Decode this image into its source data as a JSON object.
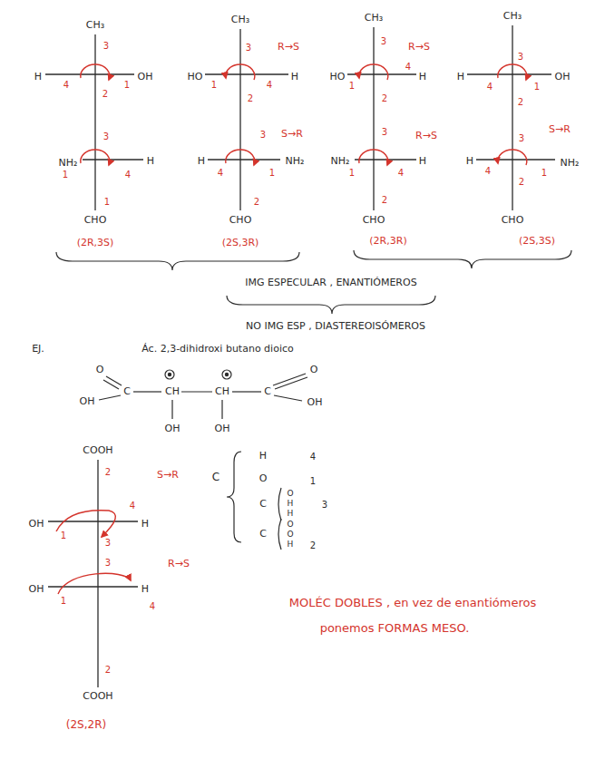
{
  "diagram": {
    "labels": [
      "CH₃",
      "3",
      "H",
      "4",
      "1",
      "OH",
      "2",
      "3",
      "NH₂",
      "1",
      "4",
      "H",
      "1",
      "CHO",
      "(2R,3S)",
      "CH₃",
      "3",
      "R→S",
      "HO",
      "1",
      "4",
      "H",
      "2",
      "3",
      "S→R",
      "H",
      "4",
      "1",
      "NH₂",
      "2",
      "CHO",
      "(2S,3R)",
      "CH₃",
      "3",
      "R→S",
      "4",
      "HO",
      "H",
      "1",
      "2",
      "3",
      "R→S",
      "NH₂",
      "1",
      "H",
      "4",
      "2",
      "CHO",
      "(2R,3R)",
      "CH₃",
      "3",
      "H",
      "4",
      "1",
      "OH",
      "2",
      "S→R",
      "3",
      "H",
      "4",
      "1",
      "NH₂",
      "2",
      "CHO",
      "(2S,3S)",
      "IMG ESPECULAR , ENANTIÓMEROS",
      "NO IMG ESP , DIASTEREOISÓMEROS",
      "EJ.",
      "Ác. 2,3-dihidroxi butano dioico",
      "O",
      "OH",
      "C",
      "CH",
      "CH",
      "C",
      "O",
      "OH",
      "OH",
      "OH",
      "COOH",
      "2",
      "S→R",
      "4",
      "OH",
      "1",
      "H",
      "3",
      "3",
      "R→S",
      "OH",
      "1",
      "H",
      "4",
      "2",
      "COOH",
      "(2S,2R)",
      "C",
      "H",
      "4",
      "O",
      "1",
      "C",
      "O",
      "H",
      "H",
      "3",
      "C",
      "O",
      "O",
      "H",
      "2",
      "MOLÉC DOBLES , en vez de enantiómeros",
      "ponemos FORMAS MESO."
    ]
  }
}
